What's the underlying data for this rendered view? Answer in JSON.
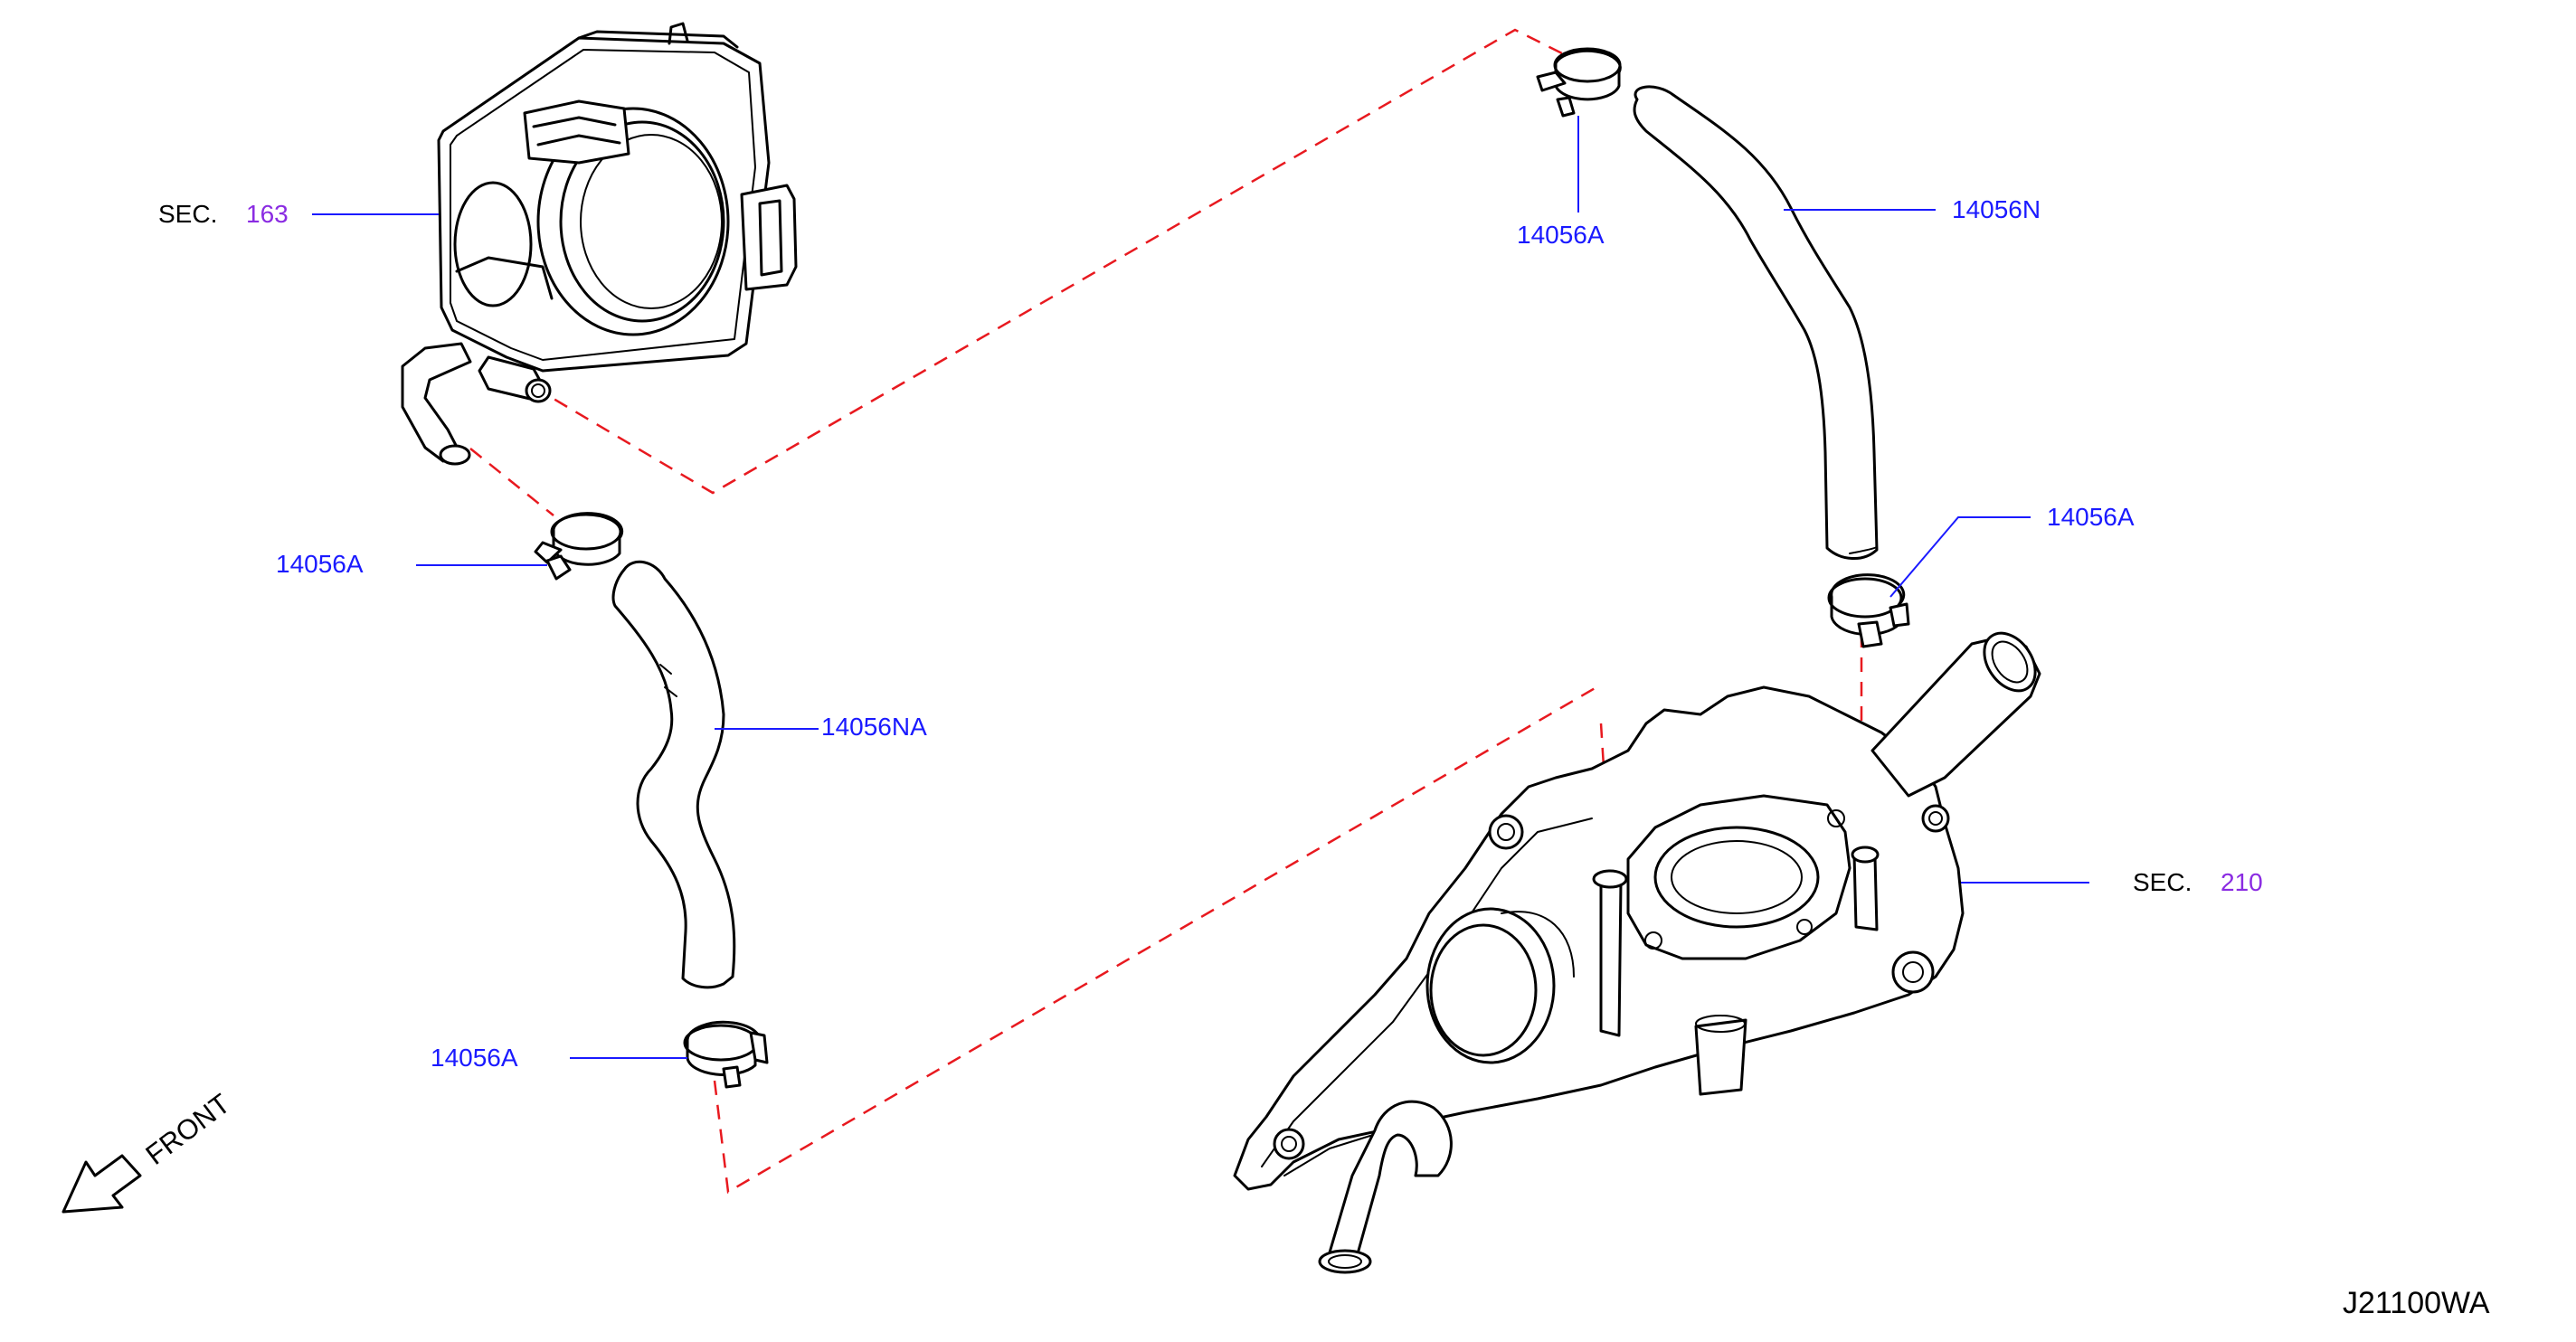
{
  "colors": {
    "line": "#000000",
    "leader": "#1a1aff",
    "dashed": "#e8191f",
    "part_text": "#1a1aff",
    "sec_text": "#8a2be2"
  },
  "labels": {
    "sec_163_prefix": "SEC.",
    "sec_163_num": "163",
    "sec_210_prefix": "SEC.",
    "sec_210_num": "210",
    "clamp_top": "14056A",
    "clamp_left_upper": "14056A",
    "clamp_left_lower": "14056A",
    "clamp_right": "14056A",
    "hose_right": "14056N",
    "hose_left": "14056NA"
  },
  "front_label": "FRONT",
  "diagram_ref": "J21100WA",
  "icons": {
    "front_arrow": "arrow-down-left-icon"
  }
}
